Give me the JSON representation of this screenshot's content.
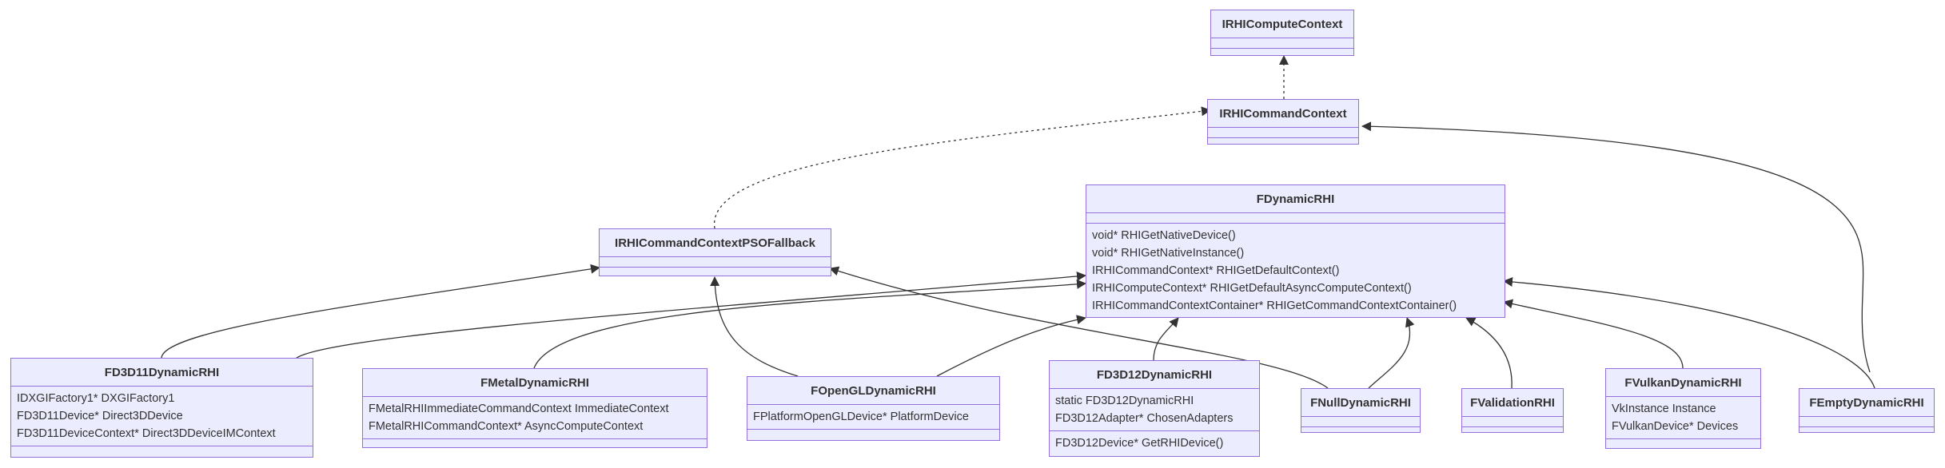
{
  "classes": {
    "IRHIComputeContext": {
      "name": "IRHIComputeContext",
      "attributes": [],
      "methods": []
    },
    "IRHICommandContext": {
      "name": "IRHICommandContext",
      "attributes": [],
      "methods": []
    },
    "IRHICommandContextPSOFallback": {
      "name": "IRHICommandContextPSOFallback",
      "attributes": [],
      "methods": []
    },
    "FDynamicRHI": {
      "name": "FDynamicRHI",
      "attributes": [],
      "methods": [
        "void* RHIGetNativeDevice()",
        "void* RHIGetNativeInstance()",
        "IRHICommandContext* RHIGetDefaultContext()",
        "IRHIComputeContext* RHIGetDefaultAsyncComputeContext()",
        "IRHICommandContextContainer* RHIGetCommandContextContainer()"
      ]
    },
    "FD3D11DynamicRHI": {
      "name": "FD3D11DynamicRHI",
      "attributes": [
        "IDXGIFactory1* DXGIFactory1",
        "FD3D11Device* Direct3DDevice",
        "FD3D11DeviceContext* Direct3DDeviceIMContext"
      ],
      "methods": []
    },
    "FMetalDynamicRHI": {
      "name": "FMetalDynamicRHI",
      "attributes": [
        "FMetalRHIImmediateCommandContext ImmediateContext",
        "FMetalRHICommandContext* AsyncComputeContext"
      ],
      "methods": []
    },
    "FOpenGLDynamicRHI": {
      "name": "FOpenGLDynamicRHI",
      "attributes": [
        "FPlatformOpenGLDevice* PlatformDevice"
      ],
      "methods": []
    },
    "FD3D12DynamicRHI": {
      "name": "FD3D12DynamicRHI",
      "attributes": [
        "static FD3D12DynamicRHI",
        "FD3D12Adapter* ChosenAdapters"
      ],
      "methods": [
        "FD3D12Device* GetRHIDevice()"
      ]
    },
    "FNullDynamicRHI": {
      "name": "FNullDynamicRHI",
      "attributes": [],
      "methods": []
    },
    "FValidationRHI": {
      "name": "FValidationRHI",
      "attributes": [],
      "methods": []
    },
    "FVulkanDynamicRHI": {
      "name": "FVulkanDynamicRHI",
      "attributes": [
        "VkInstance Instance",
        "FVulkanDevice* Devices"
      ],
      "methods": []
    },
    "FEmptyDynamicRHI": {
      "name": "FEmptyDynamicRHI",
      "attributes": [],
      "methods": []
    }
  },
  "relations": [
    {
      "from": "IRHICommandContext",
      "to": "IRHIComputeContext",
      "type": "realization"
    },
    {
      "from": "IRHICommandContextPSOFallback",
      "to": "IRHICommandContext",
      "type": "realization"
    },
    {
      "from": "FEmptyDynamicRHI",
      "to": "IRHICommandContext",
      "type": "inheritance"
    },
    {
      "from": "FD3D11DynamicRHI",
      "to": "IRHICommandContextPSOFallback",
      "type": "inheritance"
    },
    {
      "from": "FD3D11DynamicRHI",
      "to": "FDynamicRHI",
      "type": "inheritance"
    },
    {
      "from": "FMetalDynamicRHI",
      "to": "FDynamicRHI",
      "type": "inheritance"
    },
    {
      "from": "FOpenGLDynamicRHI",
      "to": "IRHICommandContextPSOFallback",
      "type": "inheritance"
    },
    {
      "from": "FOpenGLDynamicRHI",
      "to": "FDynamicRHI",
      "type": "inheritance"
    },
    {
      "from": "FD3D12DynamicRHI",
      "to": "FDynamicRHI",
      "type": "inheritance"
    },
    {
      "from": "FNullDynamicRHI",
      "to": "IRHICommandContextPSOFallback",
      "type": "inheritance"
    },
    {
      "from": "FNullDynamicRHI",
      "to": "FDynamicRHI",
      "type": "inheritance"
    },
    {
      "from": "FValidationRHI",
      "to": "FDynamicRHI",
      "type": "inheritance"
    },
    {
      "from": "FVulkanDynamicRHI",
      "to": "FDynamicRHI",
      "type": "inheritance"
    },
    {
      "from": "FEmptyDynamicRHI",
      "to": "FDynamicRHI",
      "type": "inheritance"
    }
  ],
  "colors": {
    "box_fill": "#ECECFF",
    "box_border": "#9370DB",
    "line": "#333333",
    "text": "#333333"
  }
}
